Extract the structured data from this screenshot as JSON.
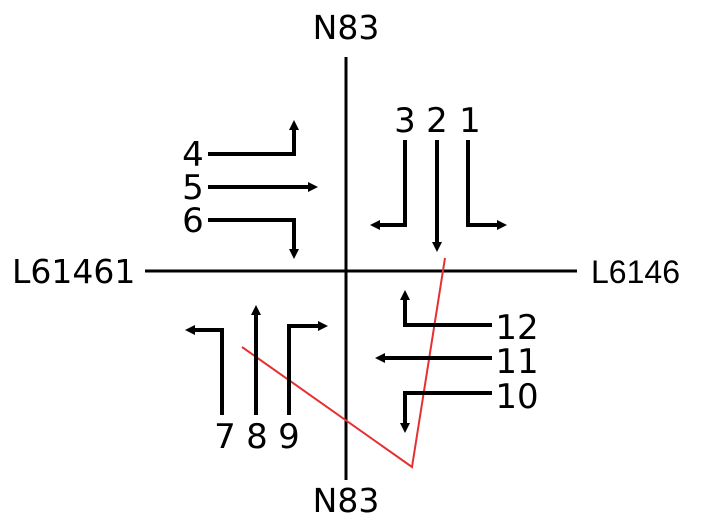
{
  "roads": {
    "north": "N83",
    "south": "N83",
    "west": "L61461",
    "east": "L6146"
  },
  "movements": {
    "m1": "1",
    "m2": "2",
    "m3": "3",
    "m4": "4",
    "m5": "5",
    "m6": "6",
    "m7": "7",
    "m8": "8",
    "m9": "9",
    "m10": "10",
    "m11": "11",
    "m12": "12"
  },
  "colors": {
    "road": "#000000",
    "arrow": "#000000",
    "highlight_line": "#e53030"
  }
}
